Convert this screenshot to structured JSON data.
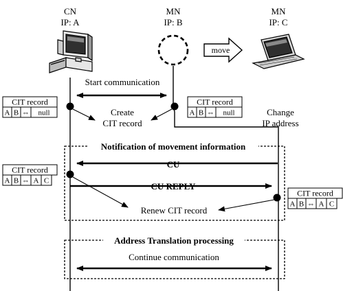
{
  "nodes": {
    "cn": {
      "title": "CN",
      "ip": "IP: A"
    },
    "mn_old": {
      "title": "MN",
      "ip": "IP: B"
    },
    "mn_new": {
      "title": "MN",
      "ip": "IP: C"
    }
  },
  "move_label": "move",
  "messages": {
    "start": "Start communication",
    "cu": "CU",
    "cu_reply": "CU REPLY",
    "continue": "Continue communication"
  },
  "notes": {
    "create": [
      "Create",
      "CIT record"
    ],
    "change": [
      "Change",
      "IP address"
    ],
    "renew": "Renew CIT record"
  },
  "sections": {
    "notification": "Notification of movement information",
    "translation": "Address Translation processing"
  },
  "cit_records": {
    "cn_initial": {
      "title": "CIT record",
      "cells": [
        "A",
        "B",
        "⇔",
        "null"
      ]
    },
    "mn_initial": {
      "title": "CIT record",
      "cells": [
        "A",
        "B",
        "⇔",
        "null"
      ]
    },
    "cn_updated": {
      "title": "CIT record",
      "cells": [
        "A",
        "B",
        "⇔",
        "A",
        "C"
      ]
    },
    "mn_updated": {
      "title": "CIT record",
      "cells": [
        "A",
        "B",
        "⇔",
        "A",
        "C"
      ]
    }
  }
}
